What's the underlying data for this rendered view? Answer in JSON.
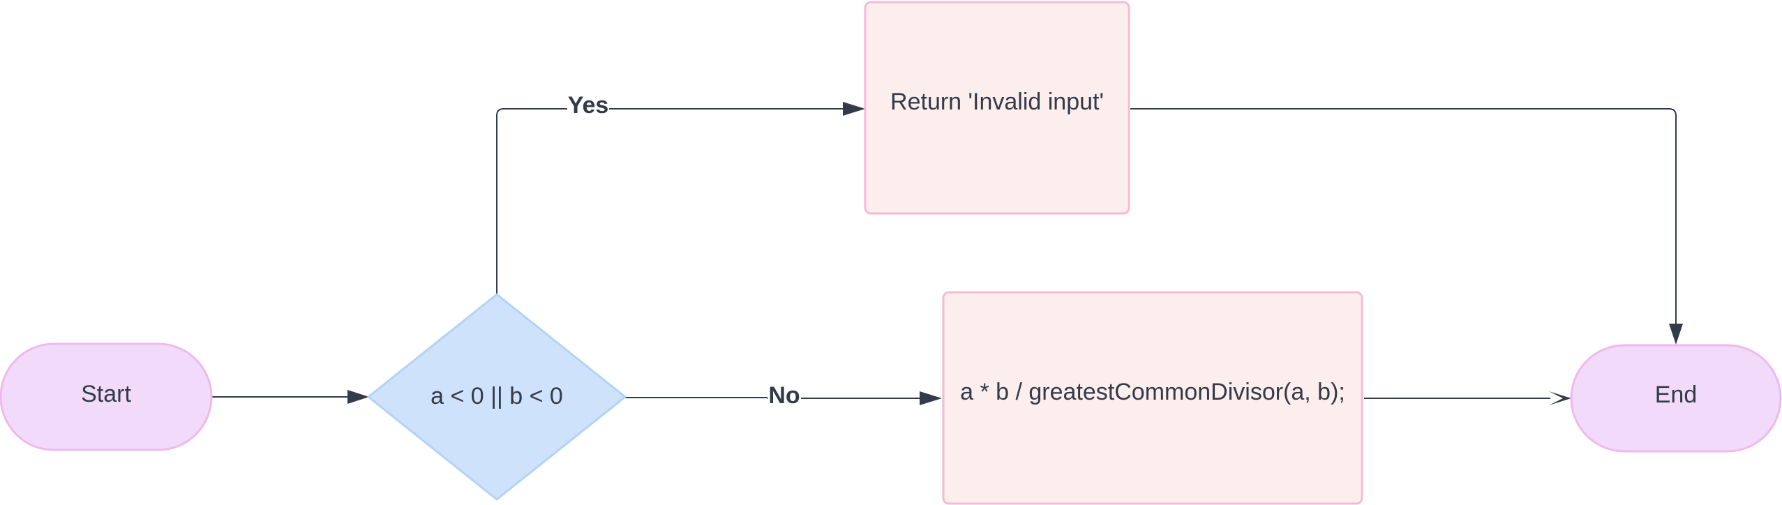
{
  "nodes": {
    "start": {
      "label": "Start",
      "shape": "terminal"
    },
    "decision": {
      "label": "a < 0 || b < 0",
      "shape": "decision"
    },
    "invalid": {
      "label": "Return 'Invalid input'",
      "shape": "process"
    },
    "compute": {
      "label": "a * b / greatestCommonDivisor(a, b);",
      "shape": "process"
    },
    "end": {
      "label": "End",
      "shape": "terminal"
    }
  },
  "edges": {
    "start_to_decision": {
      "from": "Start",
      "to": "a < 0 || b < 0",
      "label": ""
    },
    "decision_yes": {
      "from": "a < 0 || b < 0",
      "to": "Return 'Invalid input'",
      "label": "Yes"
    },
    "decision_no": {
      "from": "a < 0 || b < 0",
      "to": "a * b / greatestCommonDivisor(a, b);",
      "label": "No"
    },
    "invalid_to_end": {
      "from": "Return 'Invalid input'",
      "to": "End",
      "label": ""
    },
    "compute_to_end": {
      "from": "a * b / greatestCommonDivisor(a, b);",
      "to": "End",
      "label": ""
    }
  },
  "colors": {
    "terminal_fill": "#f2dafa",
    "terminal_stroke": "#efb9ec",
    "decision_fill": "#cfe2fb",
    "decision_stroke": "#b3d3f3",
    "process_fill": "#fdeeee",
    "process_stroke": "#f7bad5",
    "line": "#333a48",
    "text": "#333a48"
  }
}
